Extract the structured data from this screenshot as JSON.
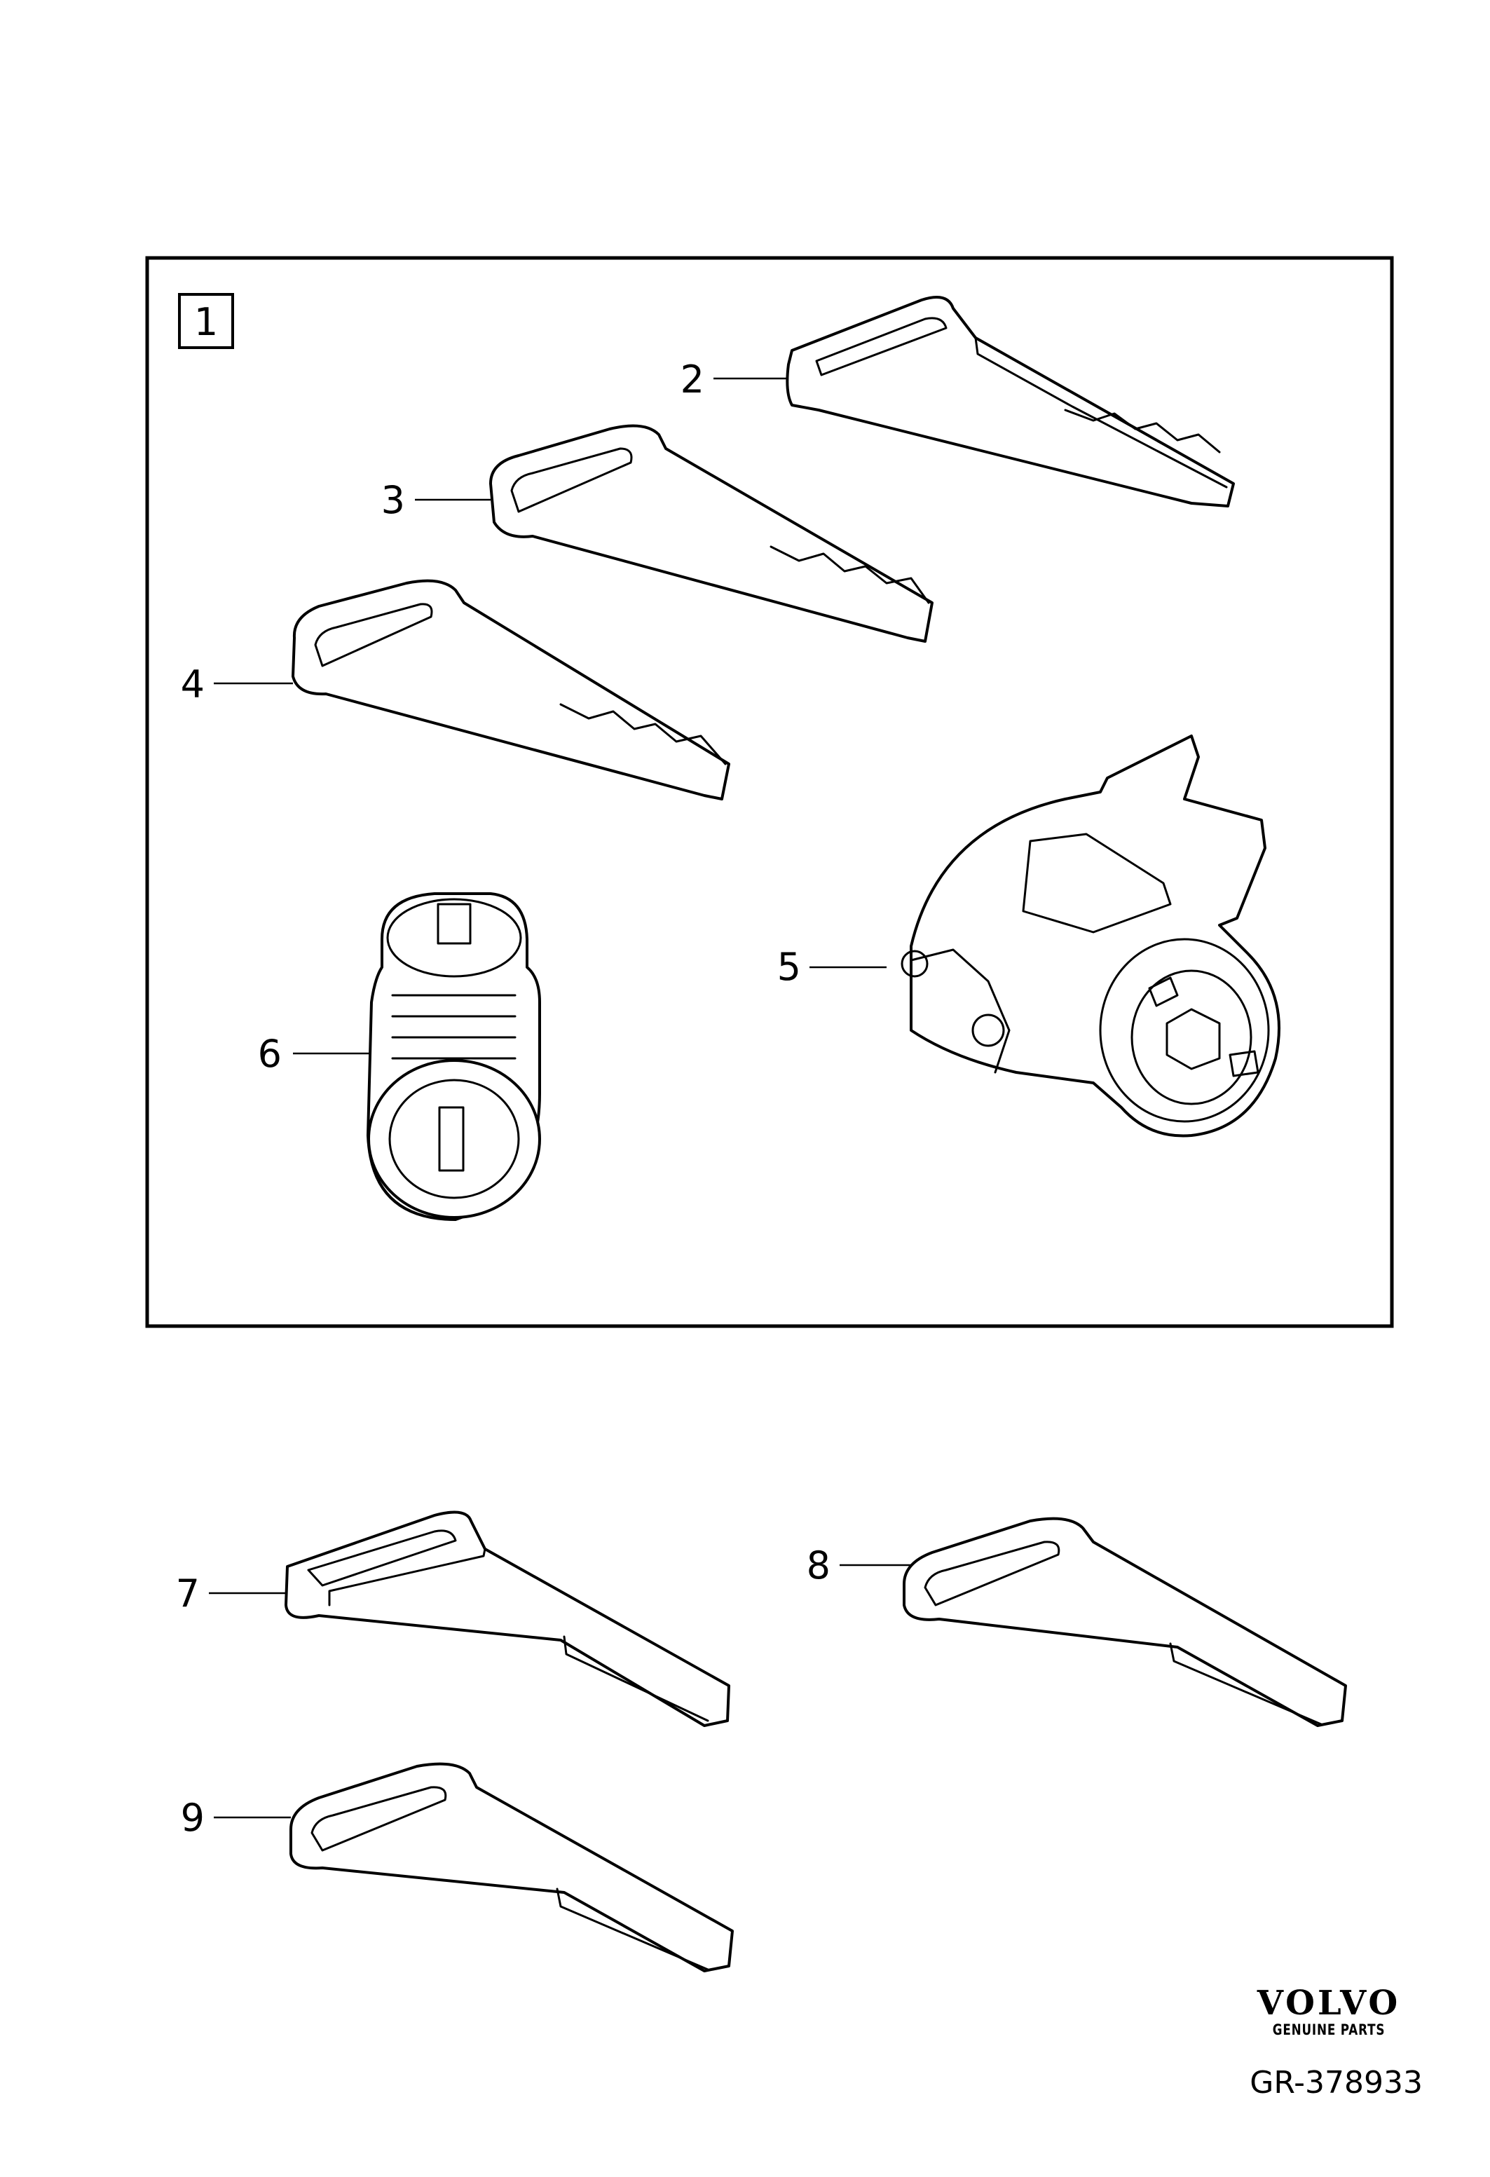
{
  "set_label": "1",
  "callouts": {
    "c2": "2",
    "c3": "3",
    "c4": "4",
    "c5": "5",
    "c6": "6",
    "c7": "7",
    "c8": "8",
    "c9": "9"
  },
  "brand": {
    "name": "VOLVO",
    "subtitle": "GENUINE PARTS"
  },
  "drawing_number": "GR-378933"
}
